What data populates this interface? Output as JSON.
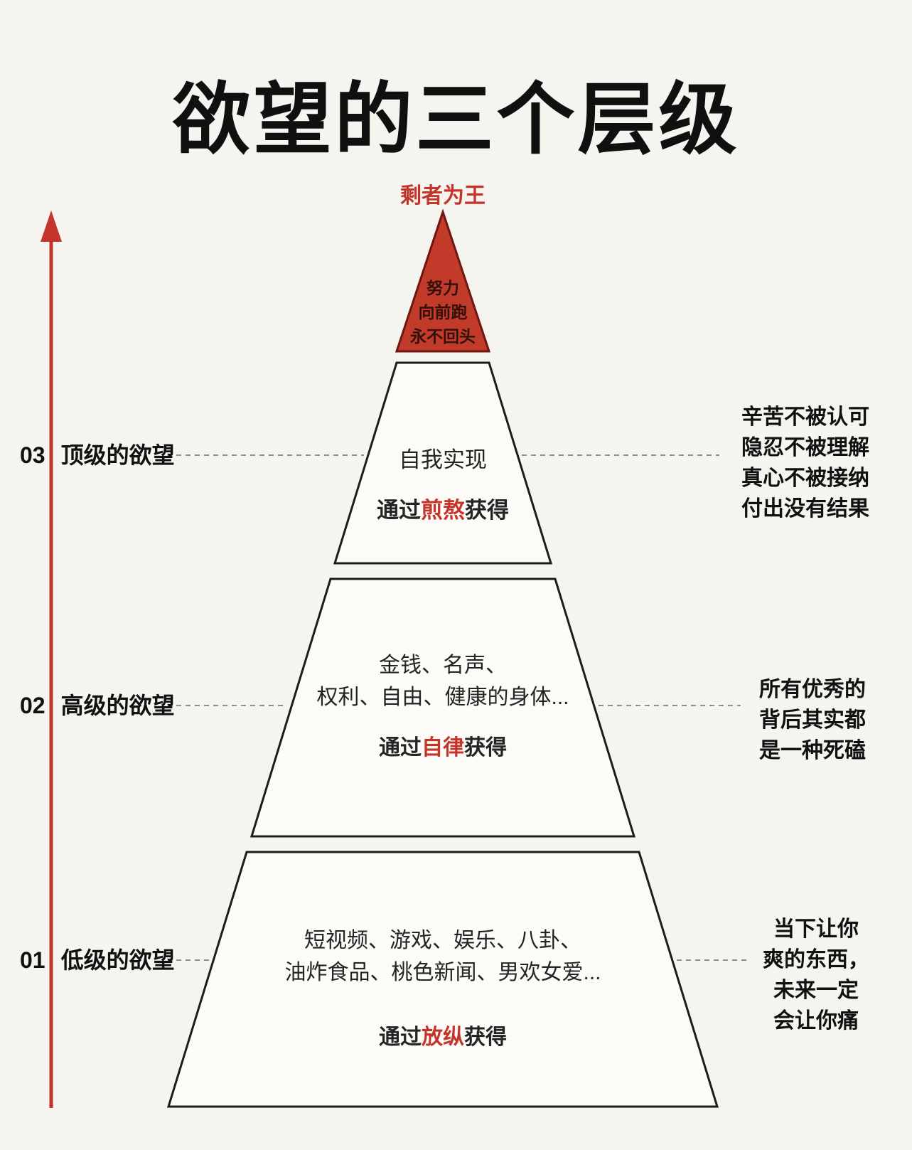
{
  "title": "欲望的三个层级",
  "colors": {
    "accent_red": "#c5342b",
    "apex_fill": "#c23a2a",
    "apex_border": "#6d1710",
    "text_black": "#1b1b1b",
    "background": "#f6f4ef"
  },
  "apex": {
    "caption": "剩者为王",
    "lines": [
      "努力",
      "向前跑",
      "永不回头"
    ]
  },
  "tiers": [
    {
      "number": "03",
      "label": "顶级的欲望",
      "content_lines": [
        "自我实现"
      ],
      "method_prefix": "通过",
      "method_keyword": "煎熬",
      "method_suffix": "获得",
      "note_lines": [
        "辛苦不被认可",
        "隐忍不被理解",
        "真心不被接纳",
        "付出没有结果"
      ]
    },
    {
      "number": "02",
      "label": "高级的欲望",
      "content_lines": [
        "金钱、名声、",
        "权利、自由、健康的身体..."
      ],
      "method_prefix": "通过",
      "method_keyword": "自律",
      "method_suffix": "获得",
      "note_lines": [
        "所有优秀的",
        "背后其实都",
        "是一种死磕"
      ]
    },
    {
      "number": "01",
      "label": "低级的欲望",
      "content_lines": [
        "短视频、游戏、娱乐、八卦、",
        "油炸食品、桃色新闻、男欢女爱..."
      ],
      "method_prefix": "通过",
      "method_keyword": "放纵",
      "method_suffix": "获得",
      "note_lines": [
        "当下让你",
        "爽的东西，",
        "未来一定",
        "会让你痛"
      ]
    }
  ]
}
